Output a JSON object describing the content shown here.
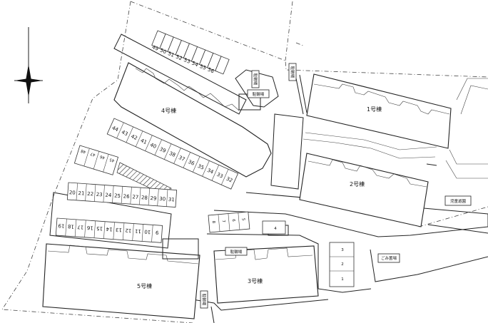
{
  "buildings": {
    "b1": "1号棟",
    "b2": "2号棟",
    "b3": "3号棟",
    "b4": "4号棟",
    "b5": "5号棟"
  },
  "facilities": {
    "bicycle_parking": "駐輪場",
    "playground": "児童遊園",
    "garbage": "ごみ置場"
  },
  "parking": {
    "top_row": [
      "49",
      "50",
      "51",
      "52",
      "53",
      "54",
      "55",
      "56"
    ],
    "mid_row": [
      "44",
      "43",
      "42",
      "41",
      "40",
      "39",
      "38",
      "37",
      "36",
      "35",
      "34",
      "33",
      "32"
    ],
    "left_small": [
      "48",
      "47",
      "46",
      "45"
    ],
    "row_20_31": [
      "20",
      "21",
      "22",
      "23",
      "24",
      "25",
      "26",
      "27",
      "28",
      "29",
      "30",
      "31"
    ],
    "row_19_9": [
      "19",
      "18",
      "17",
      "16",
      "15",
      "14",
      "13",
      "12",
      "11",
      "10",
      "9"
    ],
    "row_5_8": [
      "5",
      "6",
      "7",
      "8"
    ],
    "small_4": "4",
    "small_123": [
      "1",
      "2",
      "3"
    ]
  }
}
